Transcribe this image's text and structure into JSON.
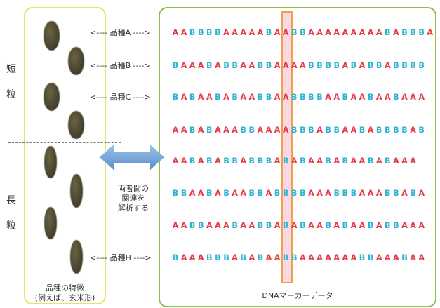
{
  "left_panel": {
    "short_label": [
      "短",
      "粒"
    ],
    "long_label": [
      "長",
      "粒"
    ],
    "caption": [
      "品種の特徴",
      "(例えば、玄米形)"
    ]
  },
  "right_panel": {
    "caption": "DNAマーカーデータ"
  },
  "link_text": [
    "両者間の",
    "関連を",
    "解析する"
  ],
  "varieties": [
    {
      "label": "品種A",
      "row": 0
    },
    {
      "label": "品種B",
      "row": 1
    },
    {
      "label": "品種C",
      "row": 2
    },
    {
      "label": "品種H",
      "row": 7
    }
  ],
  "sequences": [
    "AABBBBAAAAABAABBAAAAAAAAABABBBA",
    "BAAABABBAABBAAAABBBBABABBABBBB",
    "BABAABABAABBAABBBBAABAABAABAAA",
    "AABABAAABBAAAABBBABBAABABBBBAB",
    "AABABABBABBBABABAABABAABABAAA",
    "BBAABABAABBABBBBAAABBBAAABBABA",
    "AABBAAABAABBABABAABABAABABBAAA",
    "BAAABBBABABAABBAAAAAAABBAAABAA"
  ],
  "colors": {
    "A": "#e63b4a",
    "B": "#2eb3d6",
    "left_border": "#e8e26a",
    "right_border": "#8dc149",
    "highlight_fill": "#f9d9e5",
    "highlight_border": "#f2a14a",
    "arrow": "#6b9fd4"
  }
}
